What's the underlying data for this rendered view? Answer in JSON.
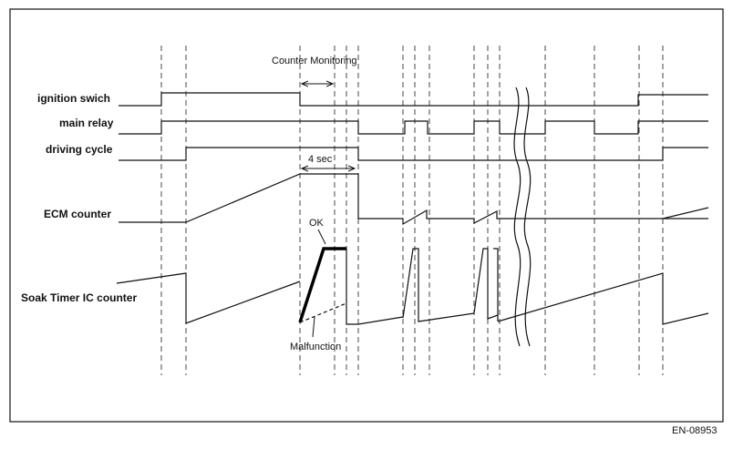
{
  "signals": {
    "ignition": "ignition swich",
    "main_relay": "main relay",
    "driving_cycle": "driving cycle",
    "ecm_counter": "ECM counter",
    "soak_timer": "Soak Timer IC counter"
  },
  "annotations": {
    "counter_monitoring": "Counter Monitoring",
    "four_sec": "4 sec",
    "ok": "OK",
    "malfunction": "Malfunction"
  },
  "figure_code": "EN-08953"
}
